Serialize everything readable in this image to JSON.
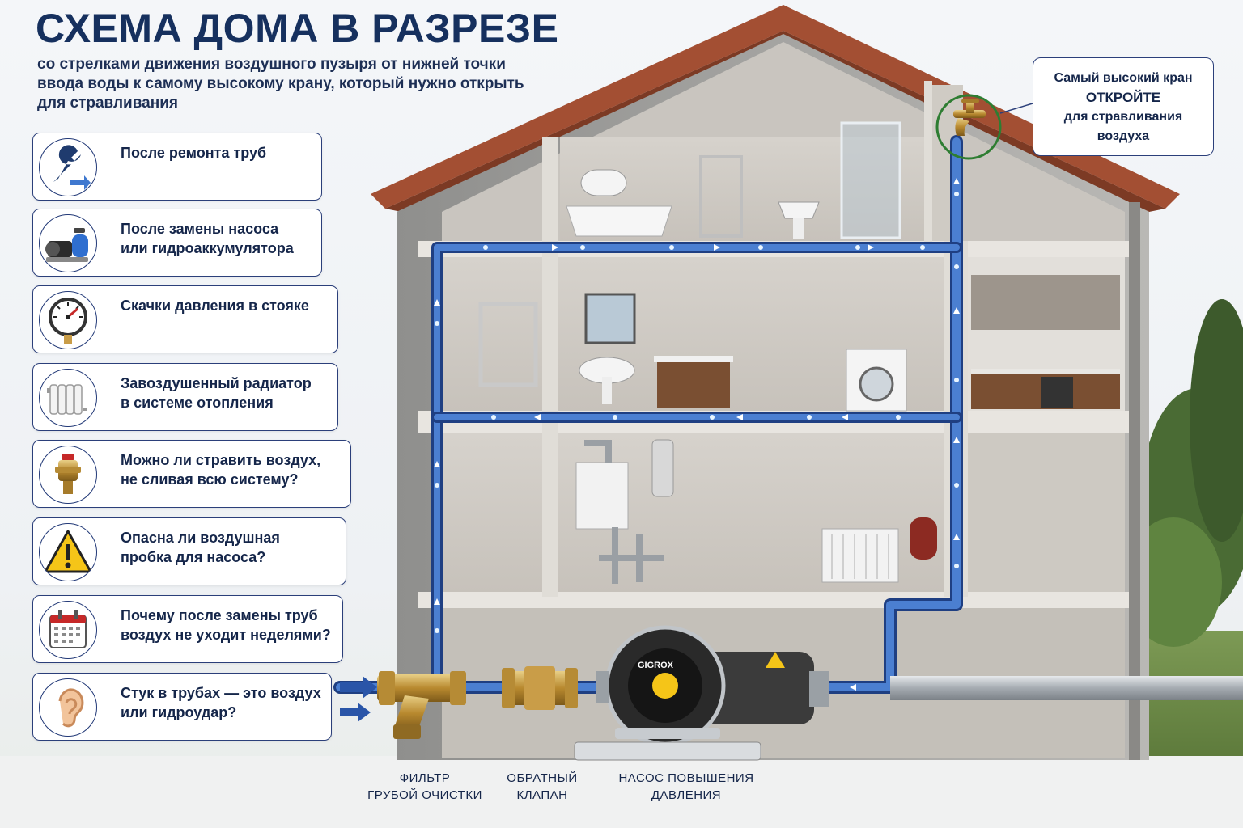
{
  "header": {
    "title": "СХЕМА ДОМА В РАЗРЕЗЕ",
    "subtitle_lines": [
      "со стрелками движения воздушного пузыря от нижней точки",
      "ввода воды к самому высокому крану, который нужно открыть",
      "для стравливания"
    ]
  },
  "menu": {
    "items": [
      {
        "lines": [
          "После ремонта труб"
        ],
        "icon": "wrench-icon"
      },
      {
        "lines": [
          "После замены насоса",
          "или гидроаккумулятора"
        ],
        "icon": "pump-icon"
      },
      {
        "lines": [
          "Скачки давления в стояке"
        ],
        "icon": "pressure-gauge-icon"
      },
      {
        "lines": [
          "Завоздушенный радиатор",
          "в системе отопления"
        ],
        "icon": "radiator-icon"
      },
      {
        "lines": [
          "Можно ли стравить воздух,",
          "не сливая всю систему?"
        ],
        "icon": "air-vent-valve-icon"
      },
      {
        "lines": [
          "Опасна ли воздушная",
          "пробка для насоса?"
        ],
        "icon": "warning-icon"
      },
      {
        "lines": [
          "Почему после замены труб",
          "воздух не уходит неделями?"
        ],
        "icon": "calendar-icon"
      },
      {
        "lines": [
          "Стук в трубах — это воздух",
          "или гидроудар?"
        ],
        "icon": "ear-icon"
      }
    ]
  },
  "callout": {
    "line1": "Самый высокий кран",
    "line2": "ОТКРОЙТЕ",
    "line3": "для стравливания",
    "line4": "воздуха"
  },
  "equipment": {
    "filter": [
      "ФИЛЬТР",
      "ГРУБОЙ ОЧИСТКИ"
    ],
    "check_valve": [
      "ОБРАТНЫЙ",
      "КЛАПАН"
    ],
    "pump": [
      "НАСОС ПОВЫШЕНИЯ",
      "ДАВЛЕНИЯ"
    ],
    "pump_brand": "GIGROX"
  },
  "colors": {
    "title": "#16305e",
    "pipe_blue": "#2f5fb3",
    "accent_green": "#2e7d32",
    "warning_yellow": "#f5c518"
  }
}
